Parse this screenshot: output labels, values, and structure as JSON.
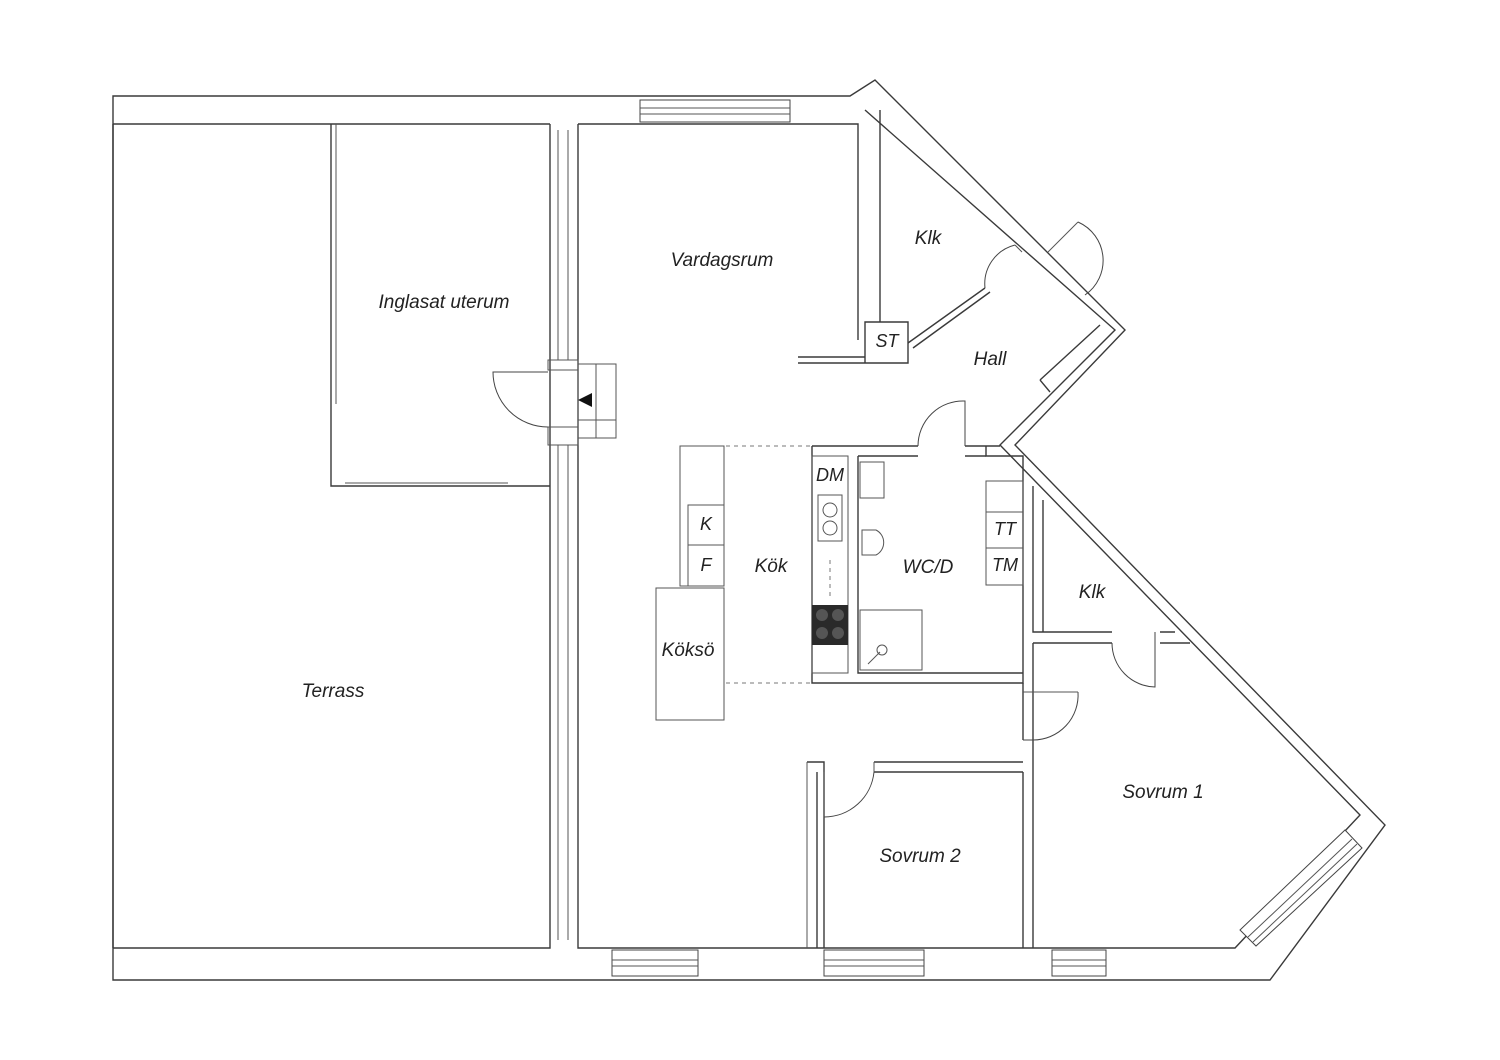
{
  "rooms": {
    "terrace": "Terrass",
    "glazed_room": "Inglasat uterum",
    "living_room": "Vardagsrum",
    "closet_top": "Klk",
    "storage": "ST",
    "hall": "Hall",
    "kitchen": "Kök",
    "kitchen_island": "Köksö",
    "wc": "WC/D",
    "closet_right": "Klk",
    "bedroom_1": "Sovrum 1",
    "bedroom_2": "Sovrum 2"
  },
  "fixtures": {
    "dishwasher": "DM",
    "fridge": "K",
    "freezer": "F",
    "dryer": "TT",
    "washer": "TM"
  }
}
